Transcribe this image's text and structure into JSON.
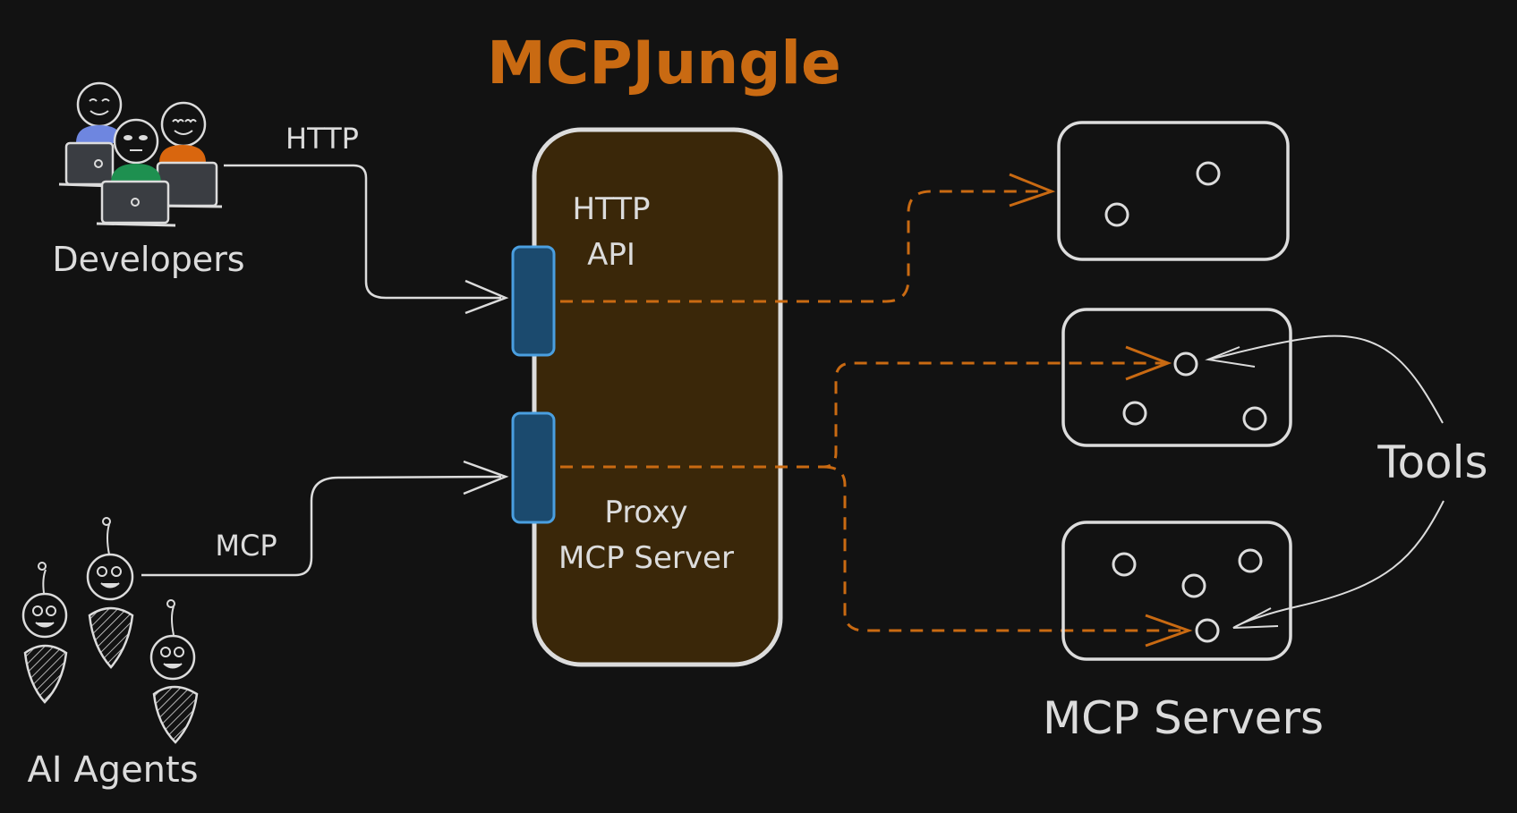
{
  "title": "MCPJungle",
  "actors": {
    "developers": "Developers",
    "agents": "AI Agents"
  },
  "edges": {
    "http": "HTTP",
    "mcp": "MCP"
  },
  "gateway": {
    "http_api_line1": "HTTP",
    "http_api_line2": "API",
    "proxy_line1": "Proxy",
    "proxy_line2": "MCP Server"
  },
  "servers_label": "MCP Servers",
  "tools_label": "Tools",
  "colors": {
    "background": "#121212",
    "stroke": "#dcdcdc",
    "accent": "#c96a12",
    "gateway_fill": "#3a2709",
    "port_fill": "#1b4a6e",
    "port_stroke": "#4a9fe0",
    "dev_blue": "#6e86e0",
    "dev_green": "#1e9050",
    "dev_orange": "#d9660e"
  }
}
